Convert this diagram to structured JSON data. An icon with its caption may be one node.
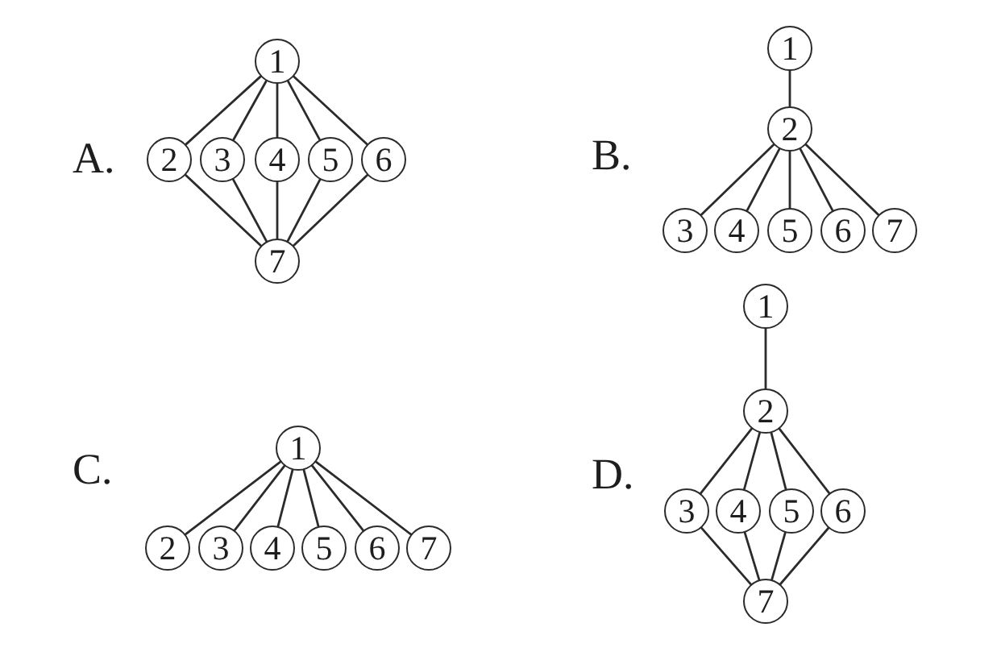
{
  "diagram": {
    "nodes": [
      {
        "text": [
          "1"
        ]
      },
      {
        "text": [
          "2"
        ]
      },
      {
        "text": [
          "3"
        ]
      },
      {
        "text": [
          "4"
        ]
      },
      {
        "text": [
          "5"
        ]
      },
      {
        "text": [
          "6"
        ]
      },
      {
        "text": [
          "7"
        ]
      },
      {
        "text": [
          "1"
        ]
      },
      {
        "text": [
          "2"
        ]
      },
      {
        "text": [
          "3"
        ]
      },
      {
        "text": [
          "4"
        ]
      },
      {
        "text": [
          "5"
        ]
      },
      {
        "text": [
          "6"
        ]
      },
      {
        "text": [
          "7"
        ]
      },
      {
        "text": [
          "1"
        ]
      },
      {
        "text": [
          "2"
        ]
      },
      {
        "text": [
          "3"
        ]
      },
      {
        "text": [
          "4"
        ]
      },
      {
        "text": [
          "5"
        ]
      },
      {
        "text": [
          "6"
        ]
      },
      {
        "text": [
          "7"
        ]
      },
      {
        "text": [
          "1"
        ]
      },
      {
        "text": [
          "2"
        ]
      },
      {
        "text": [
          "3"
        ]
      },
      {
        "text": [
          "4"
        ]
      },
      {
        "text": [
          "5"
        ]
      },
      {
        "text": [
          "6"
        ]
      },
      {
        "text": [
          "7"
        ]
      }
    ],
    "edges": [
      {
        "from": 0,
        "to": 1,
        "arrow": "none"
      },
      {
        "from": 0,
        "to": 2,
        "arrow": "none"
      },
      {
        "from": 0,
        "to": 3,
        "arrow": "none"
      },
      {
        "from": 0,
        "to": 4,
        "arrow": "none"
      },
      {
        "from": 0,
        "to": 5,
        "arrow": "none"
      },
      {
        "from": 1,
        "to": 6,
        "arrow": "none"
      },
      {
        "from": 2,
        "to": 6,
        "arrow": "none"
      },
      {
        "from": 3,
        "to": 6,
        "arrow": "none"
      },
      {
        "from": 4,
        "to": 6,
        "arrow": "none"
      },
      {
        "from": 5,
        "to": 6,
        "arrow": "none"
      },
      {
        "from": 7,
        "to": 8,
        "arrow": "none"
      },
      {
        "from": 8,
        "to": 9,
        "arrow": "none"
      },
      {
        "from": 8,
        "to": 10,
        "arrow": "none"
      },
      {
        "from": 8,
        "to": 11,
        "arrow": "none"
      },
      {
        "from": 8,
        "to": 12,
        "arrow": "none"
      },
      {
        "from": 8,
        "to": 13,
        "arrow": "none"
      },
      {
        "from": 14,
        "to": 15,
        "arrow": "none"
      },
      {
        "from": 14,
        "to": 16,
        "arrow": "none"
      },
      {
        "from": 14,
        "to": 17,
        "arrow": "none"
      },
      {
        "from": 14,
        "to": 18,
        "arrow": "none"
      },
      {
        "from": 14,
        "to": 19,
        "arrow": "none"
      },
      {
        "from": 14,
        "to": 20,
        "arrow": "none"
      },
      {
        "from": 21,
        "to": 22,
        "arrow": "none"
      },
      {
        "from": 22,
        "to": 23,
        "arrow": "none"
      },
      {
        "from": 22,
        "to": 24,
        "arrow": "none"
      },
      {
        "from": 22,
        "to": 25,
        "arrow": "none"
      },
      {
        "from": 22,
        "to": 26,
        "arrow": "none"
      },
      {
        "from": 23,
        "to": 27,
        "arrow": "none"
      },
      {
        "from": 24,
        "to": 27,
        "arrow": "none"
      },
      {
        "from": 25,
        "to": 27,
        "arrow": "none"
      },
      {
        "from": 26,
        "to": 27,
        "arrow": "none"
      }
    ],
    "labels": [
      "A.",
      "B.",
      "C.",
      "D."
    ]
  }
}
